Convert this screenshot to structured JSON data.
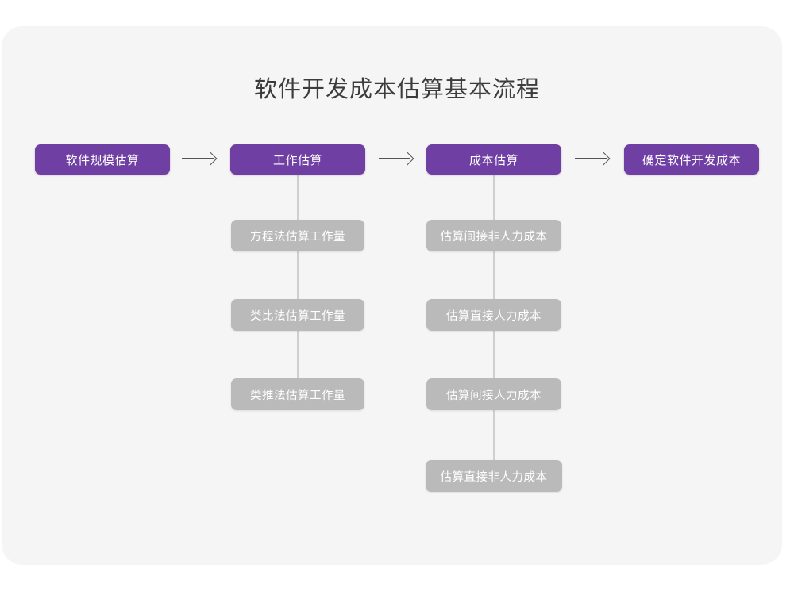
{
  "diagram": {
    "title": "软件开发成本估算基本流程",
    "colors": {
      "background": "#ffffff",
      "card": "#f5f5f5",
      "primary": "#6f3fa3",
      "secondary": "#bababa",
      "connector": "#cfcfcf",
      "arrow": "#545454",
      "title_text": "#3c3c3c",
      "node_text": "#ffffff"
    },
    "stages": [
      {
        "id": "stage-1",
        "label": "软件规模估算",
        "substeps": []
      },
      {
        "id": "stage-2",
        "label": "工作估算",
        "substeps": [
          "方程法估算工作量",
          "类比法估算工作量",
          "类推法估算工作量"
        ]
      },
      {
        "id": "stage-3",
        "label": "成本估算",
        "substeps": [
          "估算间接非人力成本",
          "估算直接人力成本",
          "估算间接人力成本",
          "估算直接非人力成本"
        ]
      },
      {
        "id": "stage-4",
        "label": "确定软件开发成本",
        "substeps": []
      }
    ],
    "arrows": [
      {
        "id": "arrow-1",
        "glyph": "right-arrow"
      },
      {
        "id": "arrow-2",
        "glyph": "right-arrow"
      },
      {
        "id": "arrow-3",
        "glyph": "right-arrow"
      }
    ]
  }
}
